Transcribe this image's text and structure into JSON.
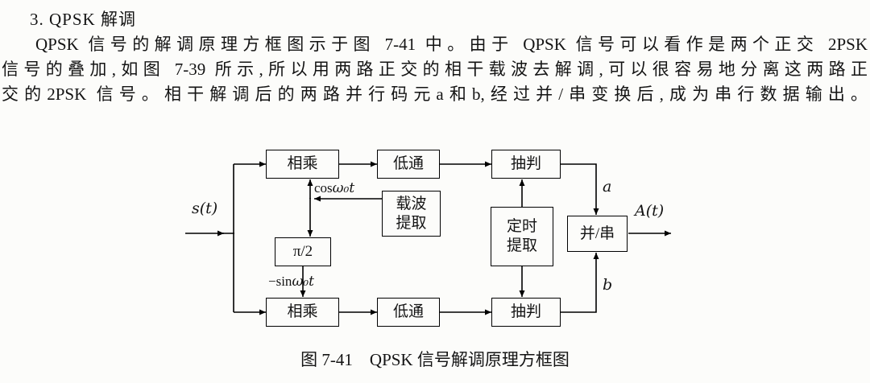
{
  "page": {
    "heading": "3. QPSK 解调",
    "paragraph_lines": [
      "QPSK 信号的解调原理方框图示于图 7-41 中。由于 QPSK 信号可以看作是两个正交 2PSK",
      "信号的叠加,如图 7-39 所示,所以用两路正交的相干载波去解调,可以很容易地分离这两路正",
      "交的2PSK 信号。相干解调后的两路并行码元a和b,经过并/串变换后,成为串行数据输出。"
    ],
    "caption": "图 7-41　QPSK 信号解调原理方框图"
  },
  "diagram": {
    "boxes": {
      "multiply_top": "相乘",
      "lowpass_top": "低通",
      "sampler_top": "抽判",
      "carrier": "载波\n提取",
      "pi_half": "π/2",
      "timing": "定时\n提取",
      "parallel_serial": "并/串",
      "multiply_bottom": "相乘",
      "lowpass_bottom": "低通",
      "sampler_bottom": "抽判"
    },
    "labels": {
      "input": "s(t)",
      "cos_fn": "cos",
      "cos_var": "ω₀t",
      "sin_fn": "−sin",
      "sin_var": "ω₀t",
      "branch_a": "a",
      "branch_b": "b",
      "output": "A(t)"
    }
  }
}
